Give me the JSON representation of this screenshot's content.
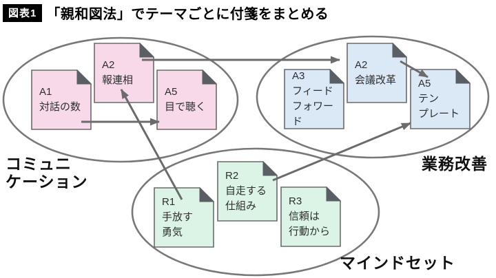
{
  "title": {
    "badge": "図表1",
    "text": "「親和図法」でテーマごとに付箋をまとめる"
  },
  "groups": {
    "communication": {
      "label_line1": "コミュニ",
      "label_line2": "ケーション"
    },
    "kaizen": {
      "label": "業務改善"
    },
    "mindset": {
      "label": "マインドセット"
    }
  },
  "notes": [
    {
      "code": "A1",
      "lines": [
        "対話の数"
      ],
      "group": "communication",
      "color": "pink"
    },
    {
      "code": "A2",
      "lines": [
        "報連相"
      ],
      "group": "communication",
      "color": "pink"
    },
    {
      "code": "A5",
      "lines": [
        "目で聴く"
      ],
      "group": "communication",
      "color": "pink"
    },
    {
      "code": "A3",
      "lines": [
        "フィード",
        "フォワード"
      ],
      "group": "kaizen",
      "color": "blue"
    },
    {
      "code": "A2",
      "lines": [
        "会議改革"
      ],
      "group": "kaizen",
      "color": "blue"
    },
    {
      "code": "A5",
      "lines": [
        "テン",
        "プレート"
      ],
      "group": "kaizen",
      "color": "blue"
    },
    {
      "code": "R1",
      "lines": [
        "手放す",
        "勇気"
      ],
      "group": "mindset",
      "color": "green"
    },
    {
      "code": "R2",
      "lines": [
        "自走する",
        "仕組み"
      ],
      "group": "mindset",
      "color": "green"
    },
    {
      "code": "R3",
      "lines": [
        "信頼は",
        "行動から"
      ],
      "group": "mindset",
      "color": "green"
    }
  ],
  "arrows": [
    {
      "name": "a1-to-a5-pink"
    },
    {
      "name": "r1-to-a2-pink"
    },
    {
      "name": "a2-pink-to-a2-blue"
    },
    {
      "name": "a2-blue-to-a5-blue"
    },
    {
      "name": "r2-to-a5-blue"
    }
  ],
  "colors": {
    "note-pink": "#f7d9e9",
    "note-blue": "#dbe9f7",
    "note-green": "#dcf4e6",
    "note-border": "#6a6a6a",
    "fold": "#5a5f66",
    "ellipse": "#787878",
    "arrow": "#6b6b6b",
    "text": "#2e2e2e",
    "label": "#101010",
    "badge-bg": "#000000",
    "badge-fg": "#ffffff"
  }
}
